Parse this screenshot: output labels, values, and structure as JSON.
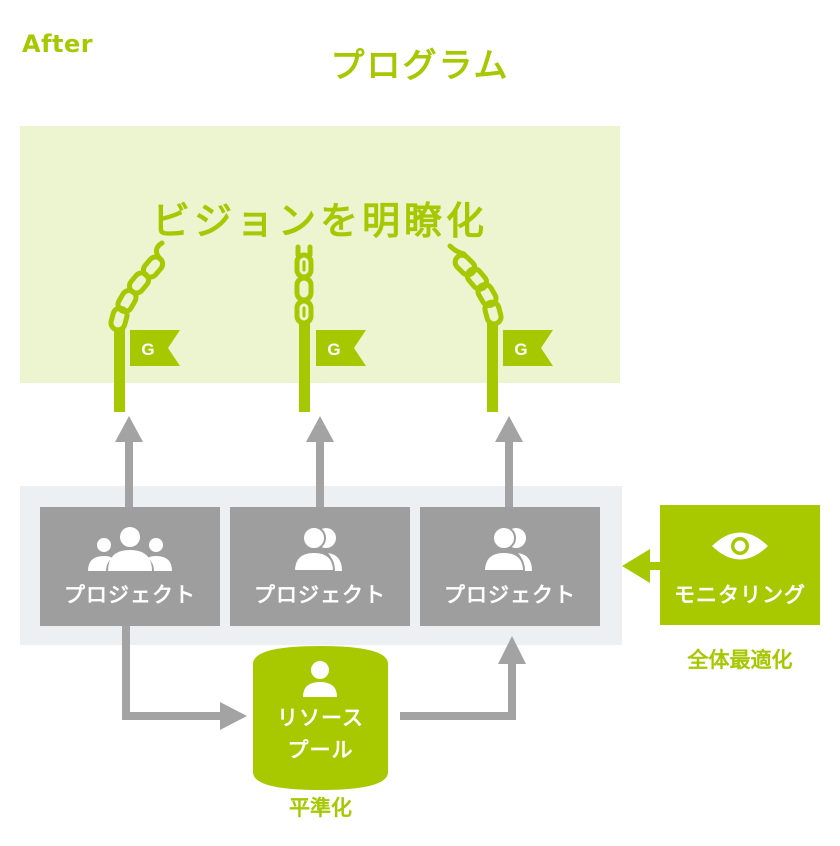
{
  "header": {
    "stage_label": "After",
    "title": "プログラム"
  },
  "vision": {
    "title": "ビジョンを明瞭化",
    "goals": [
      {
        "flag_label": "G"
      },
      {
        "flag_label": "G"
      },
      {
        "flag_label": "G"
      }
    ]
  },
  "projects": [
    {
      "label": "プロジェクト",
      "icon": "group-of-three-icon"
    },
    {
      "label": "プロジェクト",
      "icon": "group-of-two-icon"
    },
    {
      "label": "プロジェクト",
      "icon": "group-of-two-icon"
    }
  ],
  "monitoring": {
    "label": "モニタリング",
    "icon": "eye-icon",
    "caption": "全体最適化"
  },
  "resource_pool": {
    "line1": "リソース",
    "line2": "プール",
    "icon": "person-icon",
    "caption": "平準化"
  },
  "colors": {
    "accent_green": "#a6c800",
    "vision_panel_bg": "#edf4d0",
    "project_panel_bg": "#ecf0f2",
    "project_box": "#9e9e9e",
    "arrow_grey": "#a3a3a3"
  }
}
